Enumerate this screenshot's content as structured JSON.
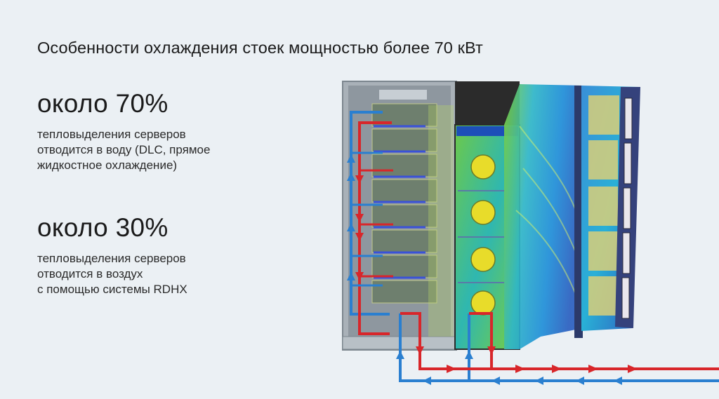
{
  "header": {
    "title": "Особенности охлаждения стоек мощностью более 70 кВт"
  },
  "stats": [
    {
      "value": "около 70%",
      "lines": [
        "тепловыделения серверов",
        "отводится в воду (DLC, прямое",
        "жидкостное охлаждение)"
      ]
    },
    {
      "value": "около 30%",
      "lines": [
        "тепловыделения серверов",
        "отводится в воздух",
        "с помощью системы RDHX"
      ]
    }
  ],
  "illustration": {
    "description": "server-rack-with-liquid-cooling-and-rear-door-heat-exchanger-airflow",
    "colors": {
      "hot_pipe": "#d8262a",
      "cold_pipe": "#2a7fd0",
      "rack_frame": "#9aa3ab",
      "airflow_cyan": "#28b4d8",
      "airflow_green": "#7ccf3a",
      "fan_yellow": "#e8dc2a",
      "door_navy": "#2f3c7a"
    }
  },
  "colors": {
    "background": "#ebf0f4",
    "text": "#1a1a1a"
  }
}
